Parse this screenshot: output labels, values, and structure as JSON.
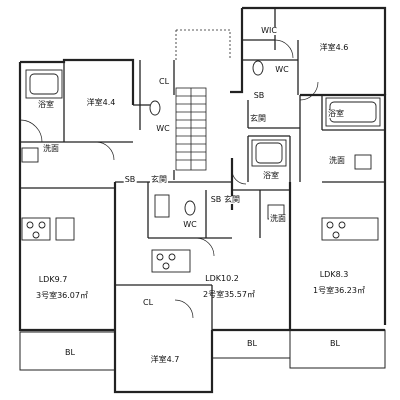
{
  "floorplan": {
    "units": [
      {
        "name": "3号室",
        "area": "36.07㎡",
        "room": "LDK9.7",
        "label": "3号室36.07㎡"
      },
      {
        "name": "2号室",
        "area": "35.57㎡",
        "room": "LDK10.2",
        "label": "2号室35.57㎡"
      },
      {
        "name": "1号室",
        "area": "36.23㎡",
        "room": "LDK8.3",
        "label": "1号室36.23㎡"
      }
    ],
    "rooms": {
      "wic": "WIC",
      "western_46": "洋室4.6",
      "western_44": "洋室4.4",
      "western_47": "洋室4.7",
      "bath": "浴室",
      "washroom": "洗面",
      "wc": "WC",
      "cl": "CL",
      "sb": "SB",
      "entrance": "玄関",
      "balcony": "BL"
    }
  }
}
